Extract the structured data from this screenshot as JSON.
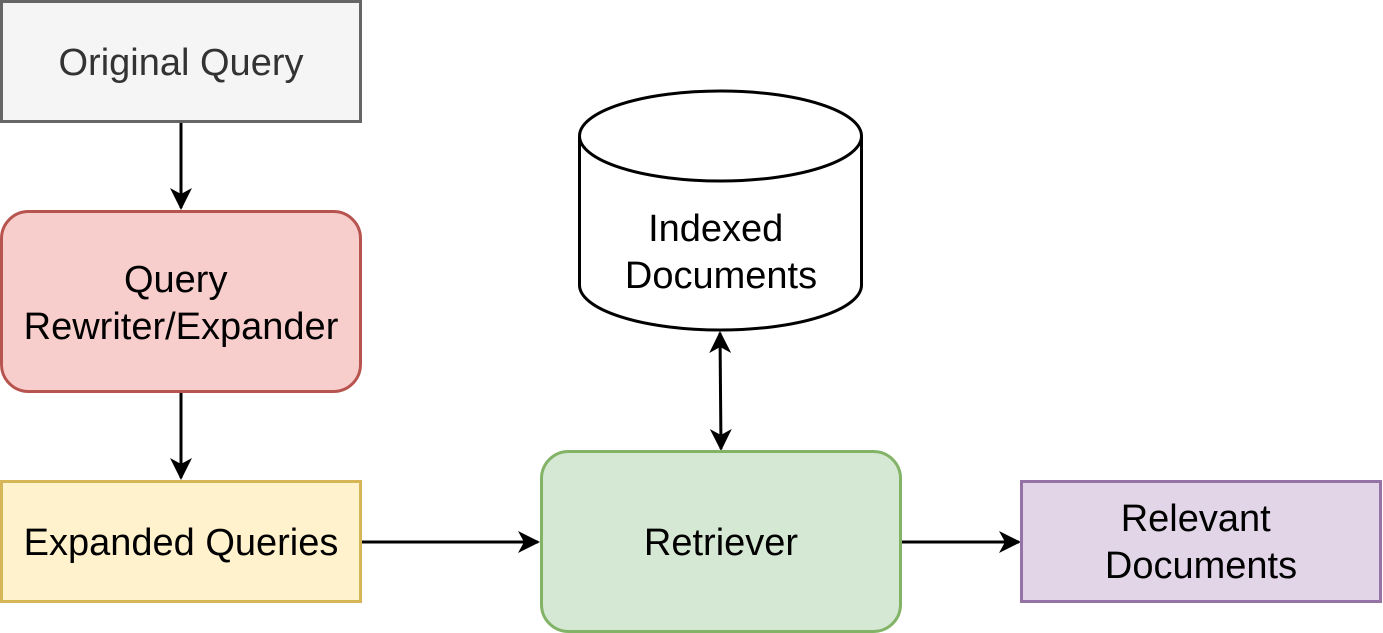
{
  "nodes": {
    "original_query": {
      "lines": [
        "Original Query"
      ],
      "fill": "#f5f5f5",
      "stroke": "#666666",
      "text_color": "#333333"
    },
    "query_rewriter": {
      "lines": [
        "Query",
        "Rewriter/Expander"
      ],
      "fill": "#f8cecc",
      "stroke": "#b85450",
      "text_color": "#000000"
    },
    "expanded_queries": {
      "lines": [
        "Expanded Queries"
      ],
      "fill": "#fff2cc",
      "stroke": "#d6b656",
      "text_color": "#000000"
    },
    "indexed_documents": {
      "lines": [
        "Indexed",
        "Documents"
      ],
      "fill": "#ffffff",
      "stroke": "#000000",
      "text_color": "#000000"
    },
    "retriever": {
      "lines": [
        "Retriever"
      ],
      "fill": "#d5e8d4",
      "stroke": "#82b366",
      "text_color": "#000000"
    },
    "relevant_documents": {
      "lines": [
        "Relevant",
        "Documents"
      ],
      "fill": "#e1d5e7",
      "stroke": "#9673a6",
      "text_color": "#000000"
    }
  },
  "edges": [
    {
      "from": "original_query",
      "to": "query_rewriter",
      "direction": "forward"
    },
    {
      "from": "query_rewriter",
      "to": "expanded_queries",
      "direction": "forward"
    },
    {
      "from": "expanded_queries",
      "to": "retriever",
      "direction": "forward"
    },
    {
      "from": "retriever",
      "to": "relevant_documents",
      "direction": "forward"
    },
    {
      "from": "indexed_documents",
      "to": "retriever",
      "direction": "both"
    }
  ]
}
